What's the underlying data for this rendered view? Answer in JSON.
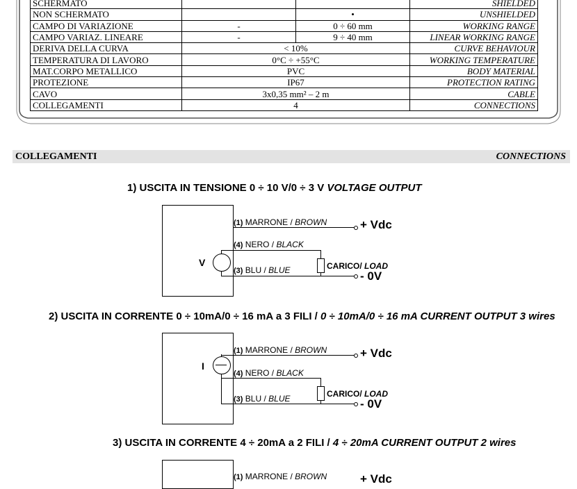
{
  "spec_table": {
    "rows": [
      {
        "it": "SCHERMATO",
        "c1": "",
        "c2": "",
        "en": "SHIELDED"
      },
      {
        "it": "NON SCHERMATO",
        "c1": "",
        "c2": "•",
        "en": "UNSHIELDED"
      },
      {
        "it": "CAMPO DI VARIAZIONE",
        "c1": "-",
        "c2": "0 ÷ 60 mm",
        "en": "WORKING RANGE"
      },
      {
        "it": "CAMPO VARIAZ. LINEARE",
        "c1": "-",
        "c2": "9 ÷ 40 mm",
        "en": "LINEAR WORKING RANGE"
      },
      {
        "it": "DERIVA DELLA CURVA",
        "span": "< 10%",
        "en": "CURVE BEHAVIOUR"
      },
      {
        "it": "TEMPERATURA DI LAVORO",
        "span": "0°C ÷ +55°C",
        "en": "WORKING TEMPERATURE"
      },
      {
        "it": "MAT.CORPO METALLICO",
        "span": "PVC",
        "en": "BODY MATERIAL"
      },
      {
        "it": "PROTEZIONE",
        "span": "IP67",
        "en": "PROTECTION RATING"
      },
      {
        "it": "CAVO",
        "span": "3x0,35 mm² – 2 m",
        "en": "CABLE"
      },
      {
        "it": "COLLEGAMENTI",
        "span": "4",
        "en": "CONNECTIONS"
      }
    ]
  },
  "section": {
    "it": "COLLEGAMENTI",
    "en": "CONNECTIONS"
  },
  "diagrams": [
    {
      "title_it": "1) USCITA IN TENSIONE 0 ÷ 10 V/0 ÷ 3 V ",
      "title_en": "VOLTAGE OUTPUT",
      "source_label": "V",
      "wires": [
        {
          "num": "(1)",
          "it": " MARRONE / ",
          "en": "BROWN"
        },
        {
          "num": "(4)",
          "it": " NERO / ",
          "en": "BLACK"
        },
        {
          "num": "(3)",
          "it": " BLU / ",
          "en": "BLUE"
        }
      ],
      "plus": "+ Vdc",
      "minus": "- 0V",
      "load_it": "CARICO/ ",
      "load_en": "LOAD"
    },
    {
      "title_it": "2) USCITA IN CORRENTE 0 ÷ 10mA/0 ÷ 16 mA a 3 FILI / ",
      "title_en": "0 ÷ 10mA/0 ÷ 16 mA CURRENT OUTPUT 3 wires",
      "source_label": "I",
      "wires": [
        {
          "num": "(1)",
          "it": " MARRONE / ",
          "en": "BROWN"
        },
        {
          "num": "(4)",
          "it": " NERO / ",
          "en": "BLACK"
        },
        {
          "num": "(3)",
          "it": " BLU / ",
          "en": "BLUE"
        }
      ],
      "plus": "+ Vdc",
      "minus": "- 0V",
      "load_it": "CARICO/ ",
      "load_en": "LOAD"
    },
    {
      "title_it": "3) USCITA IN CORRENTE 4 ÷ 20mA a 2 FILI / ",
      "title_en": "4 ÷ 20mA CURRENT OUTPUT 2 wires",
      "wires": [
        {
          "num": "(1)",
          "it": " MARRONE / ",
          "en": "BROWN"
        }
      ],
      "plus": "+ Vdc"
    }
  ]
}
